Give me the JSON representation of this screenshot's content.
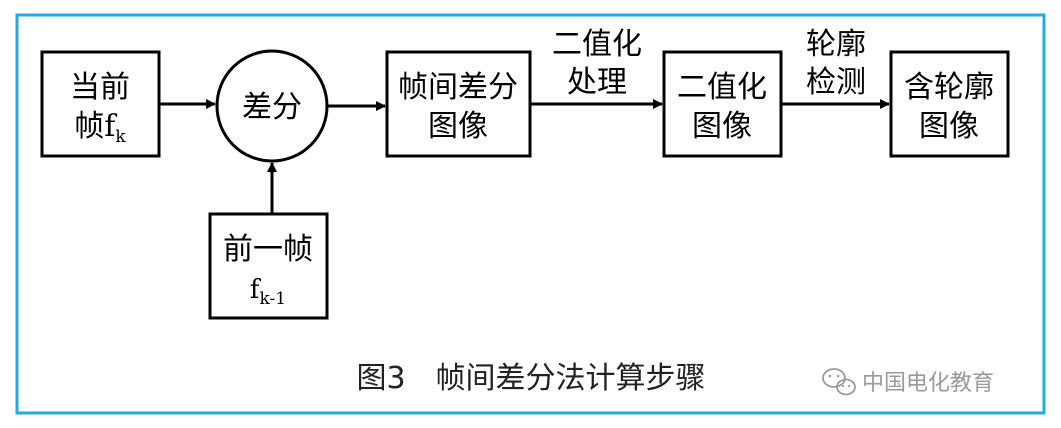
{
  "nodes": {
    "current_frame": {
      "line1": "当前",
      "line2": "帧f",
      "sub": "k"
    },
    "difference": {
      "label": "差分"
    },
    "previous_frame": {
      "line1": "前一帧",
      "line2": "f",
      "sub": "k-1"
    },
    "diff_image": {
      "line1": "帧间差分",
      "line2": "图像"
    },
    "binary_image": {
      "line1": "二值化",
      "line2": "图像"
    },
    "contour_image": {
      "line1": "含轮廓",
      "line2": "图像"
    }
  },
  "edges": {
    "binarization": {
      "line1": "二值化",
      "line2": "处理"
    },
    "contour_detection": {
      "line1": "轮廓",
      "line2": "检测"
    }
  },
  "caption": "图3　帧间差分法计算步骤",
  "watermark": "中国电化教育",
  "colors": {
    "frame_border": "#29a8e0",
    "line": "#000000",
    "caption": "#222222",
    "watermark": "#9a9a9a"
  }
}
